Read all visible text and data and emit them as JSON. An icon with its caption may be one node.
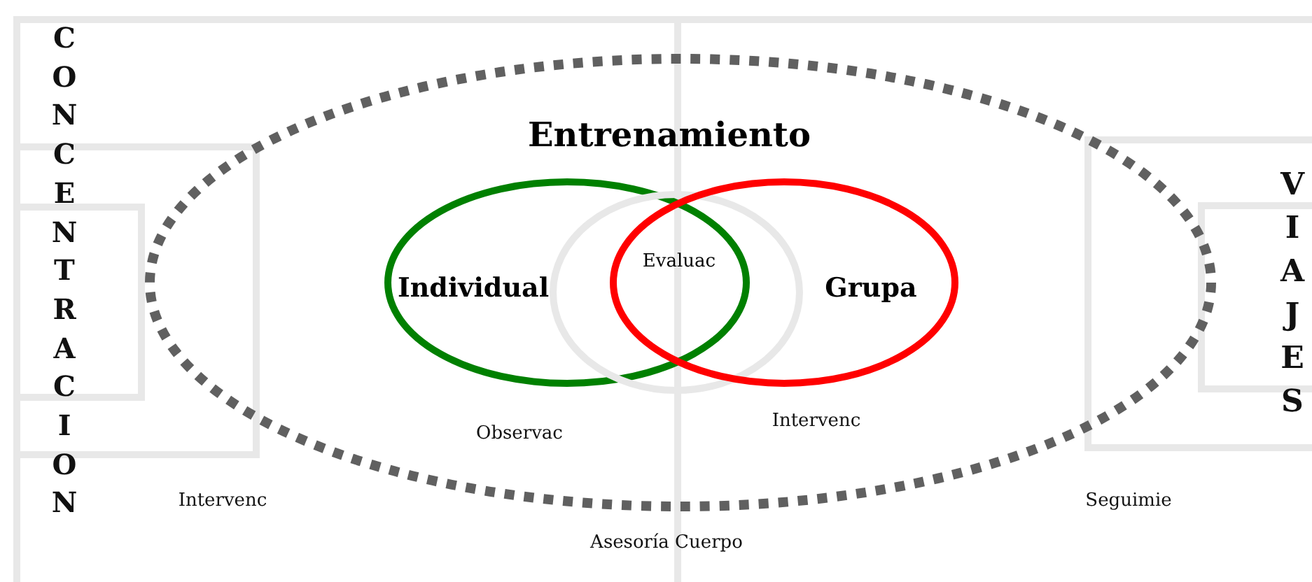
{
  "diagram": {
    "nodes": [
      {
        "text": [
          "Entrenamiento"
        ]
      },
      {
        "text": [
          "Individual"
        ],
        "in": 0
      },
      {
        "text": [
          "Evaluac"
        ],
        "in": 0
      },
      {
        "text": [
          "Grupa"
        ],
        "in": 0
      }
    ],
    "labels": [
      "CONCENTRACION",
      "VIAJES",
      "Intervenc",
      "Observac",
      "Intervenc",
      "Seguimie",
      "Asesoría Cuerpo"
    ]
  }
}
